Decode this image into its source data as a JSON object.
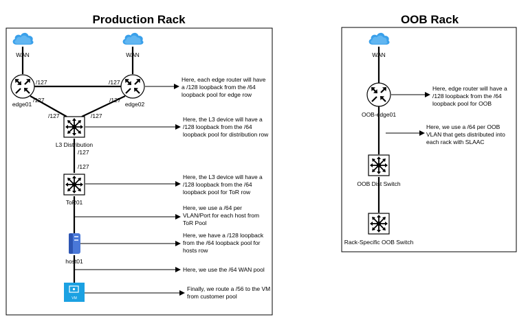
{
  "racks": {
    "production": {
      "title": "Production Rack"
    },
    "oob": {
      "title": "OOB Rack"
    }
  },
  "nodes": {
    "wan_left": "WAN",
    "wan_right": "WAN",
    "edge01": "edge01",
    "edge02": "edge02",
    "l3": "L3 Distribution",
    "tor01": "ToR01",
    "host01": "host01",
    "vm": "VM",
    "oob_wan": "WAN",
    "oob_edge": "OOB-edge01",
    "oob_dist": "OOB Dist Switch",
    "oob_rack_switch": "Rack-Specific OOB Switch"
  },
  "link_labels": {
    "edge_top_left": "/127",
    "edge_top_right": "/127",
    "edge01_l3_upper": "/127",
    "edge02_l3_upper": "/127",
    "edge01_l3_lower": "/127",
    "edge02_l3_lower": "/127",
    "l3_tor_a": "/127",
    "l3_tor_b": "/127"
  },
  "notes": {
    "edge": [
      "Here, each edge router will have",
      "a /128 loopback from the /64",
      "loopback pool for edge row"
    ],
    "l3": [
      "Here, the L3 device will have a",
      "/128 loopback from the /64",
      "loopback pool for distribution row"
    ],
    "tor": [
      "Here, the L3 device will have a",
      "/128 loopback from the /64",
      "loopback pool for ToR row"
    ],
    "vlan": [
      "Here, we use a /64 per",
      "VLAN/Port for each host from",
      "ToR Pool"
    ],
    "host": [
      "Here, we have a /128 loopback",
      "from the /64 loopback pool for",
      "hosts row"
    ],
    "wanpool": [
      "Here, we use the /64 WAN pool"
    ],
    "vm": [
      "Finally, we route a /56 to the VM",
      "from customer pool"
    ],
    "oob_edge": [
      "Here, edge router will have a",
      "/128 loopback from the /64",
      "loopback pool for OOB"
    ],
    "oob_vlan": [
      "Here, we use a /64 per OOB",
      "VLAN that gets distributed into",
      "each rack with SLAAC"
    ]
  },
  "colors": {
    "cloud": "#3aa0ea",
    "switch_fill": "#000000",
    "server": "#4a78d8",
    "vm_tile": "#1ba1e2"
  },
  "icons": {
    "cloud": "cloud-icon",
    "router": "router-icon",
    "switch": "switch-icon",
    "server": "server-icon",
    "vm": "vm-icon"
  }
}
